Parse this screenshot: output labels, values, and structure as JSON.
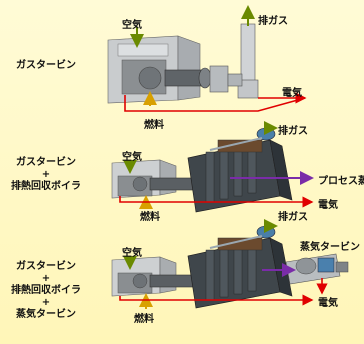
{
  "systems": [
    {
      "lines": [
        "ガスタービン"
      ],
      "labels": {
        "air": "空気",
        "exhaust": "排ガス",
        "electricity": "電気",
        "fuel": "燃料"
      }
    },
    {
      "lines": [
        "ガスタービン",
        "+",
        "排熱回収ボイラ"
      ],
      "labels": {
        "air": "空気",
        "exhaust": "排ガス",
        "process_steam": "プロセス蒸気",
        "electricity": "電気",
        "fuel": "燃料"
      }
    },
    {
      "lines": [
        "ガスタービン",
        "+",
        "排熱回収ボイラ",
        "+",
        "蒸気タービン"
      ],
      "labels": {
        "air": "空気",
        "exhaust": "排ガス",
        "steam_turbine": "蒸気タービン",
        "electricity": "電気",
        "fuel": "燃料"
      }
    }
  ],
  "colors": {
    "exhaust_arrow": "#6a8a00",
    "fuel_arrow": "#d8a000",
    "electricity_arrow": "#e00000",
    "steam_arrow": "#7a2ca8"
  }
}
